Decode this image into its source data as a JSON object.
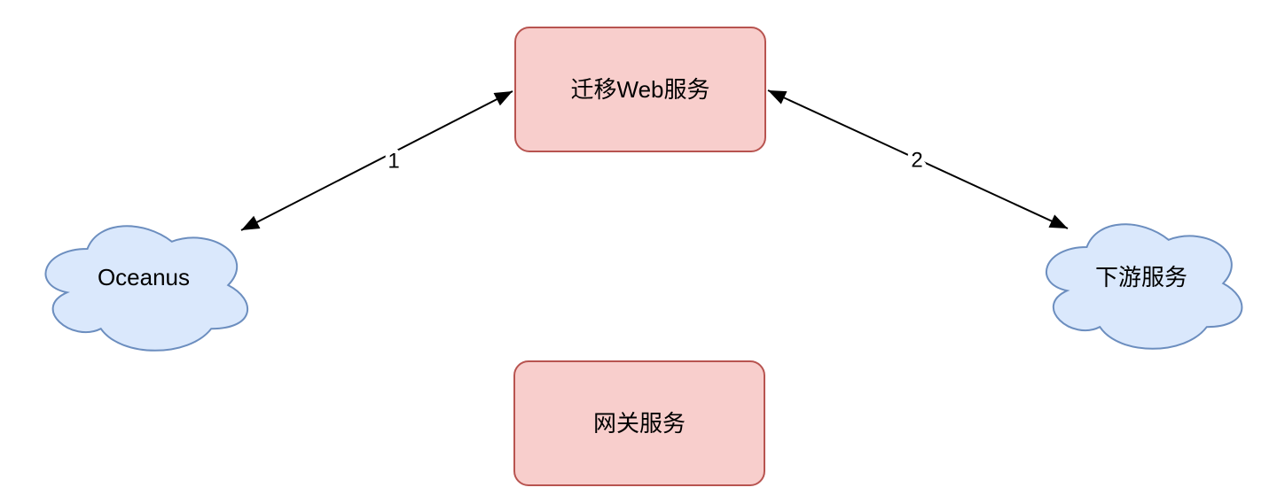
{
  "diagram": {
    "type": "architecture-diagram",
    "background": "#ffffff",
    "nodes": [
      {
        "id": "migrate-web-service",
        "label": "迁移Web服务",
        "shape": "rounded-rect",
        "fill": "#f8cecc",
        "stroke": "#b85450",
        "position": "top-center"
      },
      {
        "id": "gateway-service",
        "label": "网关服务",
        "shape": "rounded-rect",
        "fill": "#f8cecc",
        "stroke": "#b85450",
        "position": "bottom-center"
      },
      {
        "id": "oceanus",
        "label": "Oceanus",
        "shape": "cloud",
        "fill": "#dae8fc",
        "stroke": "#6c8ebf",
        "position": "middle-left"
      },
      {
        "id": "downstream-service",
        "label": "下游服务",
        "shape": "cloud",
        "fill": "#dae8fc",
        "stroke": "#6c8ebf",
        "position": "middle-right"
      }
    ],
    "edges": [
      {
        "id": "edge-1",
        "label": "1",
        "from": "oceanus",
        "to": "migrate-web-service",
        "direction": "bidirectional",
        "color": "#000000"
      },
      {
        "id": "edge-2",
        "label": "2",
        "from": "migrate-web-service",
        "to": "downstream-service",
        "direction": "bidirectional",
        "color": "#000000"
      }
    ],
    "colors": {
      "box_fill": "#f8cecc",
      "box_stroke": "#b85450",
      "cloud_fill": "#dae8fc",
      "cloud_stroke": "#6c8ebf",
      "edge": "#000000",
      "text": "#000000",
      "background": "#ffffff"
    }
  }
}
